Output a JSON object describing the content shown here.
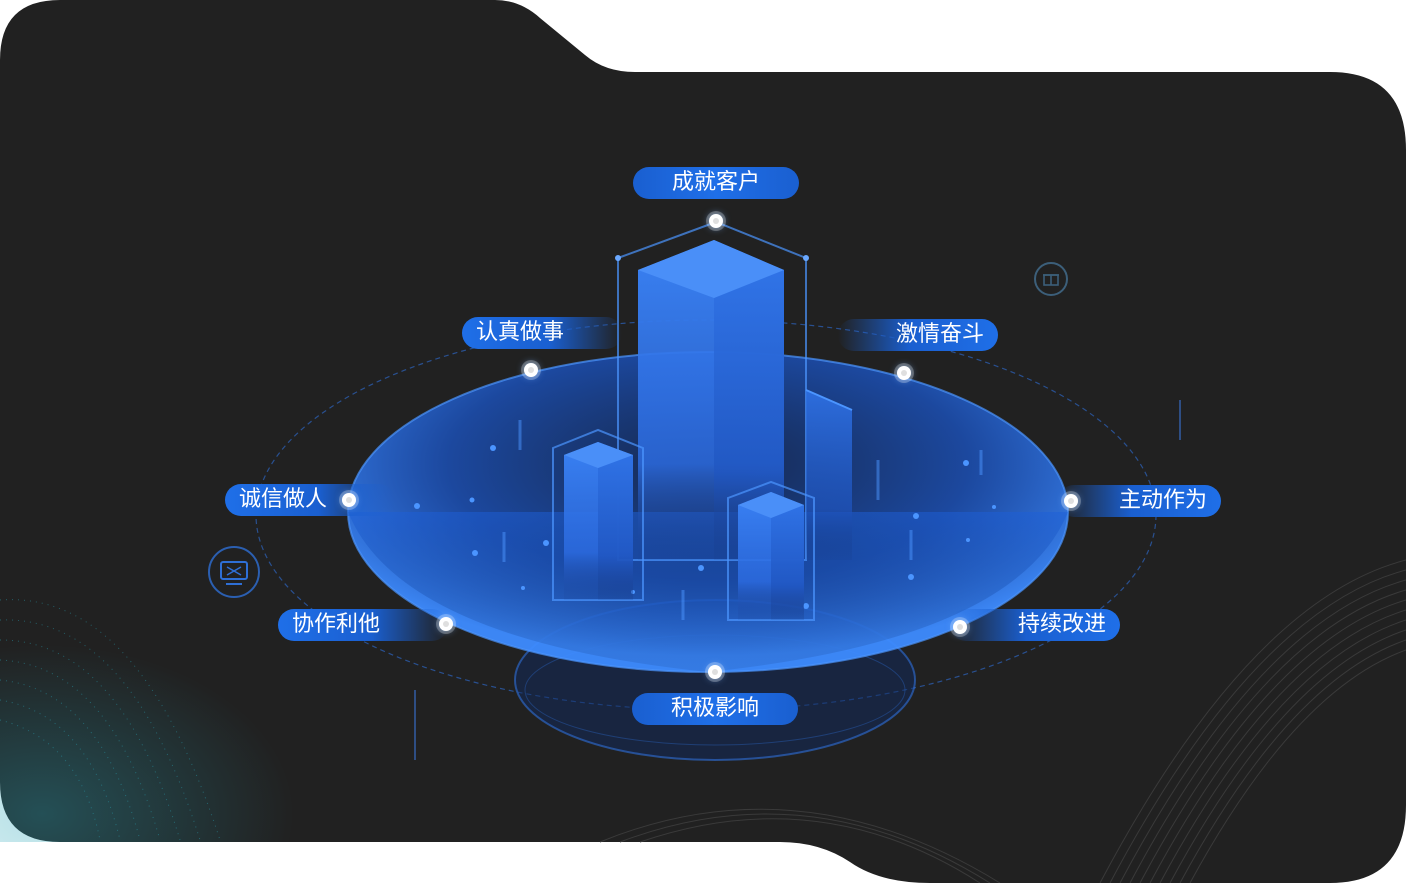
{
  "values": {
    "top": "成就客户",
    "upper_left": "认真做事",
    "upper_right": "激情奋斗",
    "left": "诚信做人",
    "right": "主动作为",
    "lower_left": "协作利他",
    "lower_right": "持续改进",
    "bottom": "积极影响"
  },
  "colors": {
    "panel": "#212121",
    "accent": "#1f6fe8",
    "building": "#3a7ff0",
    "glow": "#1d5fd8"
  },
  "icons": [
    "monitor-icon",
    "gift-icon"
  ]
}
